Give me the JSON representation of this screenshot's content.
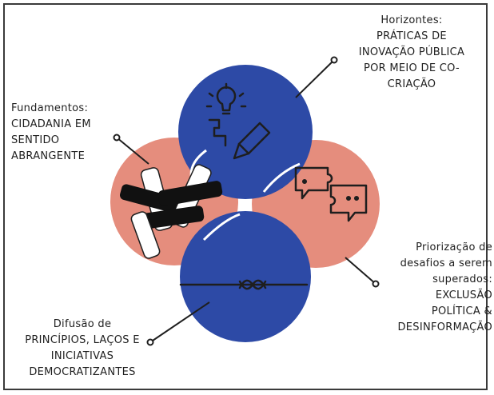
{
  "colors": {
    "blue": "#2d4aa6",
    "salmon": "#e58d7d",
    "ink": "#1e1e1e"
  },
  "labels": {
    "top_right": {
      "icon": "lightbulb-pencil-icon",
      "lines": [
        "Horizontes:",
        "PRÁTICAS DE",
        "INOVAÇÃO PÚBLICA",
        "POR MEIO DE CO-",
        "CRIAÇÃO"
      ]
    },
    "left": {
      "icon": "joined-hands-icon",
      "lines": [
        "Fundamentos:",
        "CIDADANIA EM",
        "SENTIDO",
        "ABRANGENTE"
      ]
    },
    "right": {
      "icon": "chat-puzzle-icon",
      "lines": [
        "Priorização de",
        "desafios a serem",
        "superados:",
        "EXCLUSÃO",
        "POLÍTICA &",
        "DESINFORMAÇÃO"
      ]
    },
    "bottom_left": {
      "icon": "knot-rope-icon",
      "lines": [
        "Difusão de",
        "PRINCÍPIOS, LAÇOS E",
        "INICIATIVAS",
        "DEMOCRATIZANTES"
      ]
    }
  }
}
